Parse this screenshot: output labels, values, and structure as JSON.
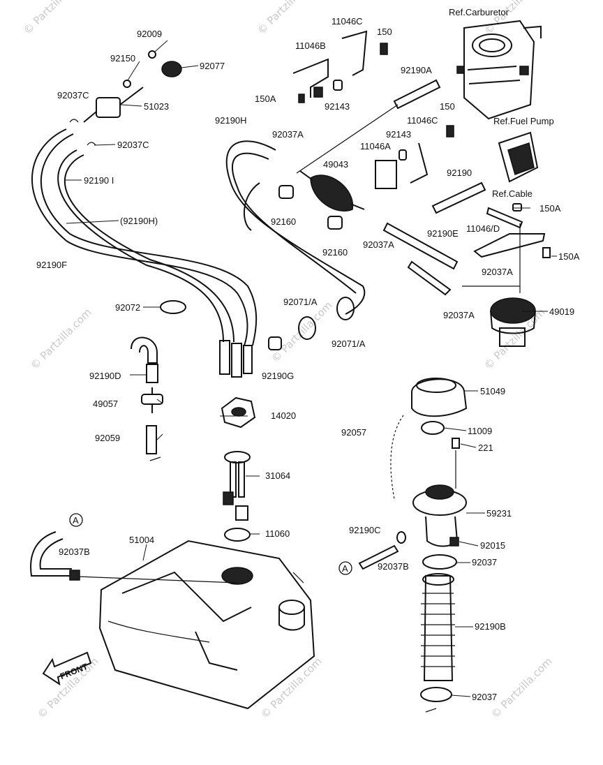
{
  "watermark": "© Partzilla.com",
  "marker_a": "A",
  "front_label": "FRONT",
  "refs": {
    "carburetor": "Ref.Carburetor",
    "fuel_pump": "Ref.Fuel Pump",
    "cable": "Ref.Cable"
  },
  "parts": {
    "p92009": "92009",
    "p92150": "92150",
    "p92077": "92077",
    "p92037C_a": "92037C",
    "p51023": "51023",
    "p92037C_b": "92037C",
    "p92190I": "92190 I",
    "p92190H_par": "(92190H)",
    "p92190F": "92190F",
    "p11046C_a": "11046C",
    "p150_a": "150",
    "p11046B": "11046B",
    "p150A_a": "150A",
    "p92143_a": "92143",
    "p92190A": "92190A",
    "p92190H": "92190H",
    "p92037A_a": "92037A",
    "p49043": "49043",
    "p150_b": "150",
    "p11046C_b": "11046C",
    "p92143_b": "92143",
    "p11046A": "11046A",
    "p92160_a": "92160",
    "p92160_b": "92160",
    "p92190": "92190",
    "p150A_b": "150A",
    "p11046D": "11046/D",
    "p92190E": "92190E",
    "p92037A_b": "92037A",
    "p150A_c": "150A",
    "p92037A_c": "92037A",
    "p92037A_d": "92037A",
    "p49019": "49019",
    "p92072": "92072",
    "p92071A_a": "92071/A",
    "p92071A_b": "92071/A",
    "p92190G": "92190G",
    "p92190D": "92190D",
    "p49057": "49057",
    "p92059": "92059",
    "p14020": "14020",
    "p31064": "31064",
    "p11060": "11060",
    "p51049": "51049",
    "p92057": "92057",
    "p11009": "11009",
    "p221": "221",
    "p59231": "59231",
    "p92190C": "92190C",
    "p92015": "92015",
    "p92037B_a": "92037B",
    "p92037B_b": "92037B",
    "p92037_a": "92037",
    "p51004": "51004",
    "p92190B": "92190B",
    "p92037_b": "92037"
  }
}
